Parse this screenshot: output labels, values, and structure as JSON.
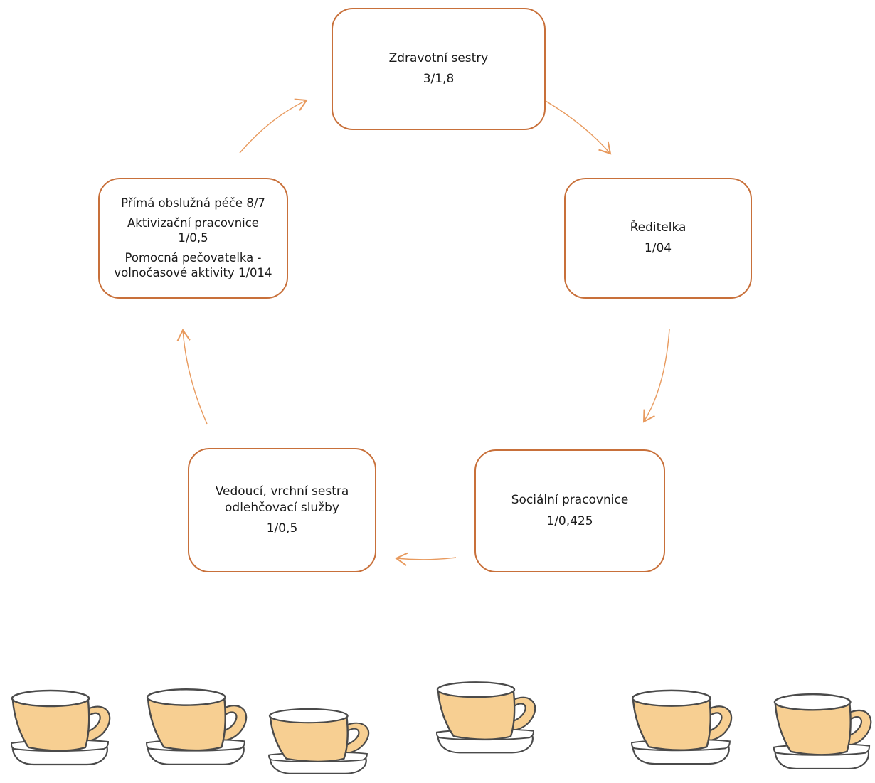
{
  "colors": {
    "border": "#c8703a",
    "arrow": "#e89a5e",
    "cup_fill": "#f7cf92",
    "cup_outline": "#4a4a4a"
  },
  "nodes": {
    "zdravotni": {
      "line1": "Zdravotní sestry",
      "line2": "3/1,8"
    },
    "reditelka": {
      "line1": "Ředitelka",
      "line2": "1/04"
    },
    "socialni": {
      "line1": "Sociální pracovnice",
      "line2": "1/0,425"
    },
    "vedouci": {
      "line1": "Vedoucí, vrchní sestra odlehčovací služby",
      "line2": "1/0,5"
    },
    "prima": {
      "line1": "Přímá obslužná péče 8/7",
      "line2": "Aktivizační pracovnice 1/0,5",
      "line3": "Pomocná pečovatelka - volnočasové aktivity 1/014"
    }
  },
  "decor": {
    "cup_icon": "coffee-cup-icon",
    "cup_count": 6
  }
}
